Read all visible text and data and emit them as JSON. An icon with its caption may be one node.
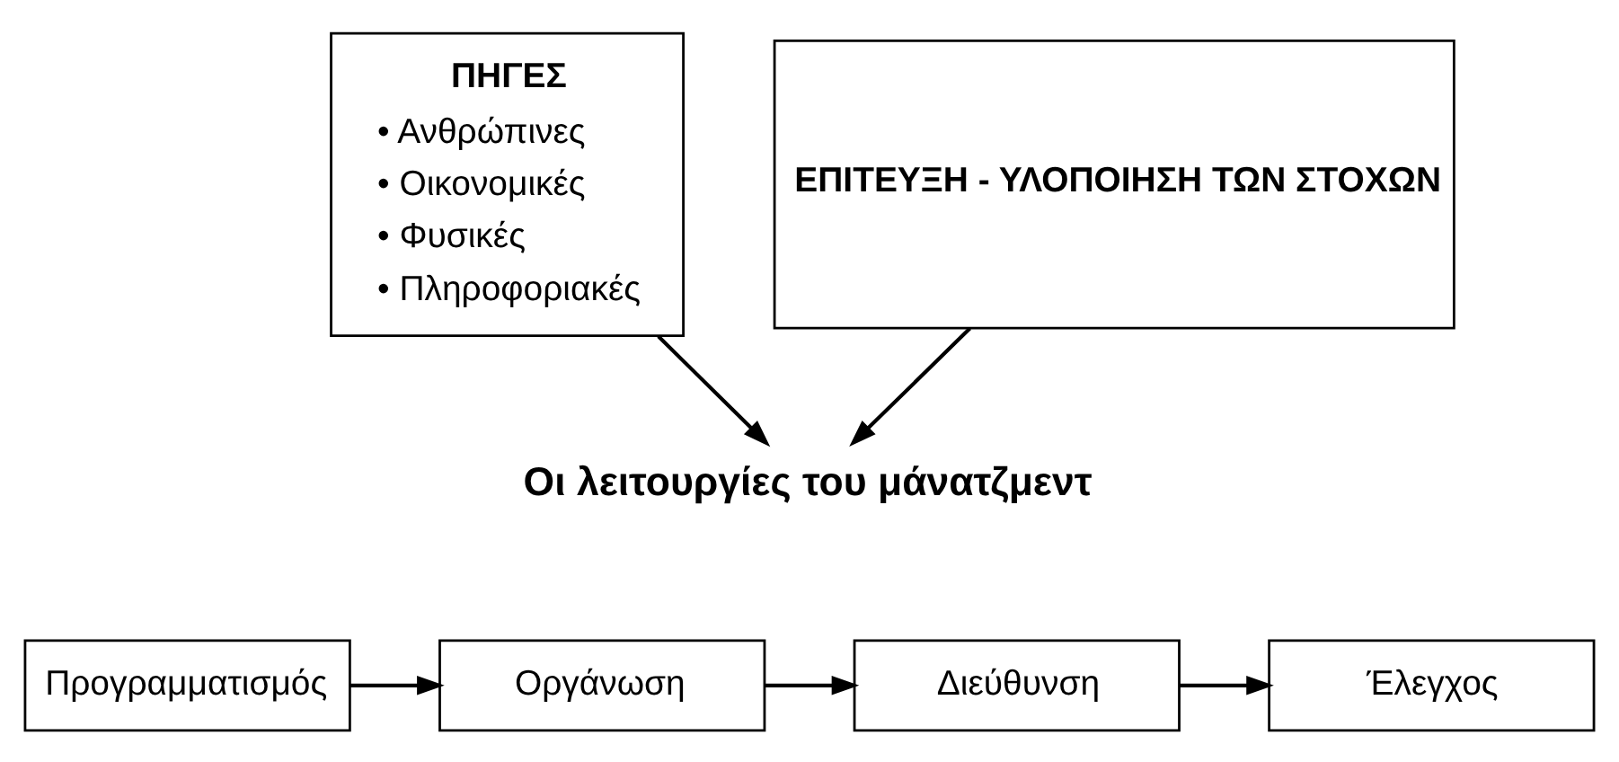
{
  "diagram": {
    "nodes": [
      {
        "text": [
          "ΠΗΓΕΣ",
          "• Ανθρώπινες",
          "• Οικονομικές",
          "• Φυσικές",
          "• Πληροφοριακές"
        ]
      },
      {
        "text": [
          "ΕΠΙΤΕΥΞΗ - ΥΛΟΠΟΙΗΣΗ ΤΩΝ ΣΤΟΧΩΝ"
        ]
      },
      {
        "text": [
          "Οι λειτουργίες του μάνατζμεντ"
        ]
      },
      {
        "text": [
          "Προγραμματισμός"
        ]
      },
      {
        "text": [
          "Οργάνωση"
        ]
      },
      {
        "text": [
          "Διεύθυνση"
        ]
      },
      {
        "text": [
          "Έλεγχος"
        ]
      }
    ],
    "edges": [
      {
        "from": 0,
        "to": 2,
        "arrow": "to"
      },
      {
        "from": 1,
        "to": 2,
        "arrow": "to"
      },
      {
        "from": 3,
        "to": 4,
        "arrow": "to"
      },
      {
        "from": 4,
        "to": 5,
        "arrow": "to"
      },
      {
        "from": 5,
        "to": 6,
        "arrow": "to"
      }
    ]
  }
}
